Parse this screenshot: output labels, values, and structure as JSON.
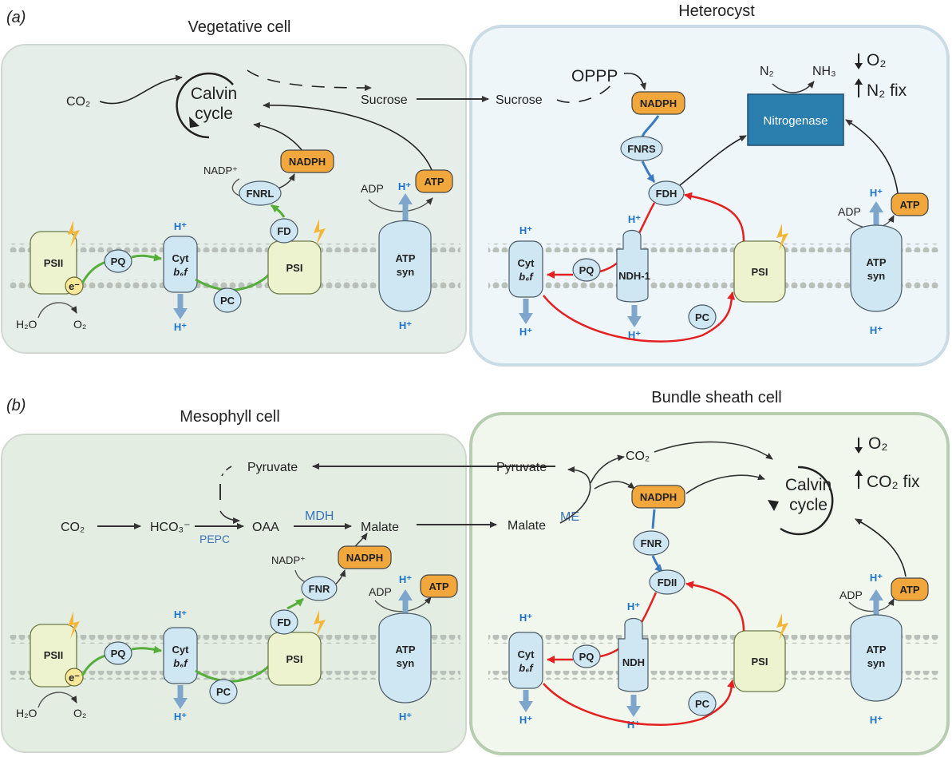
{
  "panel_a": {
    "letter": "(a)",
    "left_title": "Vegetative cell",
    "right_title": "Heterocyst",
    "co2": "CO₂",
    "calvin_l1": "Calvin",
    "calvin_l2": "cycle",
    "sucrose_left": "Sucrose",
    "sucrose_right": "Sucrose",
    "oppp": "OPPP",
    "n2": "N₂",
    "nh3": "NH₃",
    "o2_down": "O₂",
    "n2_fix": "N₂ fix",
    "nitrogenase": "Nitrogenase",
    "nadph_left": "NADPH",
    "nadph_right": "NADPH",
    "nadp_plus": "NADP⁺",
    "fnr_l": "FNRL",
    "fnr_s": "FNRS",
    "fd_left": "FD",
    "fd_h": "FDH",
    "adp_left": "ADP",
    "adp_right": "ADP",
    "atp_left": "ATP",
    "atp_right": "ATP",
    "psii": "PSII",
    "e_minus": "e⁻",
    "pq_left": "PQ",
    "pq_right": "PQ",
    "cyt_left_1": "Cyt",
    "cyt_left_2": "b₆f",
    "cyt_right_1": "Cyt",
    "cyt_right_2": "b₆f",
    "pc_left": "PC",
    "pc_right": "PC",
    "psi_left": "PSI",
    "psi_right": "PSI",
    "ndh1": "NDH-1",
    "atpsyn_left_1": "ATP",
    "atpsyn_left_2": "syn",
    "atpsyn_right_1": "ATP",
    "atpsyn_right_2": "syn",
    "h2o": "H₂O",
    "o2": "O₂",
    "hplus": "H⁺"
  },
  "panel_b": {
    "letter": "(b)",
    "left_title": "Mesophyll cell",
    "right_title": "Bundle sheath cell",
    "pyruvate_left": "Pyruvate",
    "pyruvate_right": "Pyruvate",
    "co2_left": "CO₂",
    "co2_right": "CO₂",
    "hco3": "HCO₃⁻",
    "oaa": "OAA",
    "pepc": "PEPC",
    "mdh": "MDH",
    "malate_left": "Malate",
    "malate_right": "Malate",
    "me": "ME",
    "calvin_l1": "Calvin",
    "calvin_l2": "cycle",
    "o2_down": "O₂",
    "co2_fix": "CO₂ fix",
    "nadph_left": "NADPH",
    "nadph_right": "NADPH",
    "nadp_plus": "NADP⁺",
    "fnr_left": "FNR",
    "fnr_right": "FNR",
    "fd_left": "FD",
    "fdii": "FDII",
    "adp_left": "ADP",
    "adp_right": "ADP",
    "atp_left": "ATP",
    "atp_right": "ATP",
    "psii": "PSII",
    "e_minus": "e⁻",
    "pq_left": "PQ",
    "pq_right": "PQ",
    "cyt_left_1": "Cyt",
    "cyt_left_2": "b₆f",
    "cyt_right_1": "Cyt",
    "cyt_right_2": "b₆f",
    "pc_left": "PC",
    "pc_right": "PC",
    "psi_left": "PSI",
    "psi_right": "PSI",
    "ndh": "NDH",
    "atpsyn_left_1": "ATP",
    "atpsyn_left_2": "syn",
    "atpsyn_right_1": "ATP",
    "atpsyn_right_2": "syn",
    "h2o": "H₂O",
    "o2": "O₂",
    "hplus": "H⁺"
  },
  "colors": {
    "cell_left_a": "#e6eeea",
    "cell_left_b": "#e3ede2",
    "cell_right_a": "#eef6fa",
    "cell_right_b": "#f1f7ec",
    "orange": "#f1a73c",
    "light_blue": "#cfe7f3",
    "psii_green": "#eef3cf",
    "nitrogenase": "#2a7fae",
    "red_flow": "#e52020",
    "green_flow": "#56ae3a",
    "blue_flow": "#3b7bc2",
    "enzyme_blue": "#3b73b9"
  }
}
